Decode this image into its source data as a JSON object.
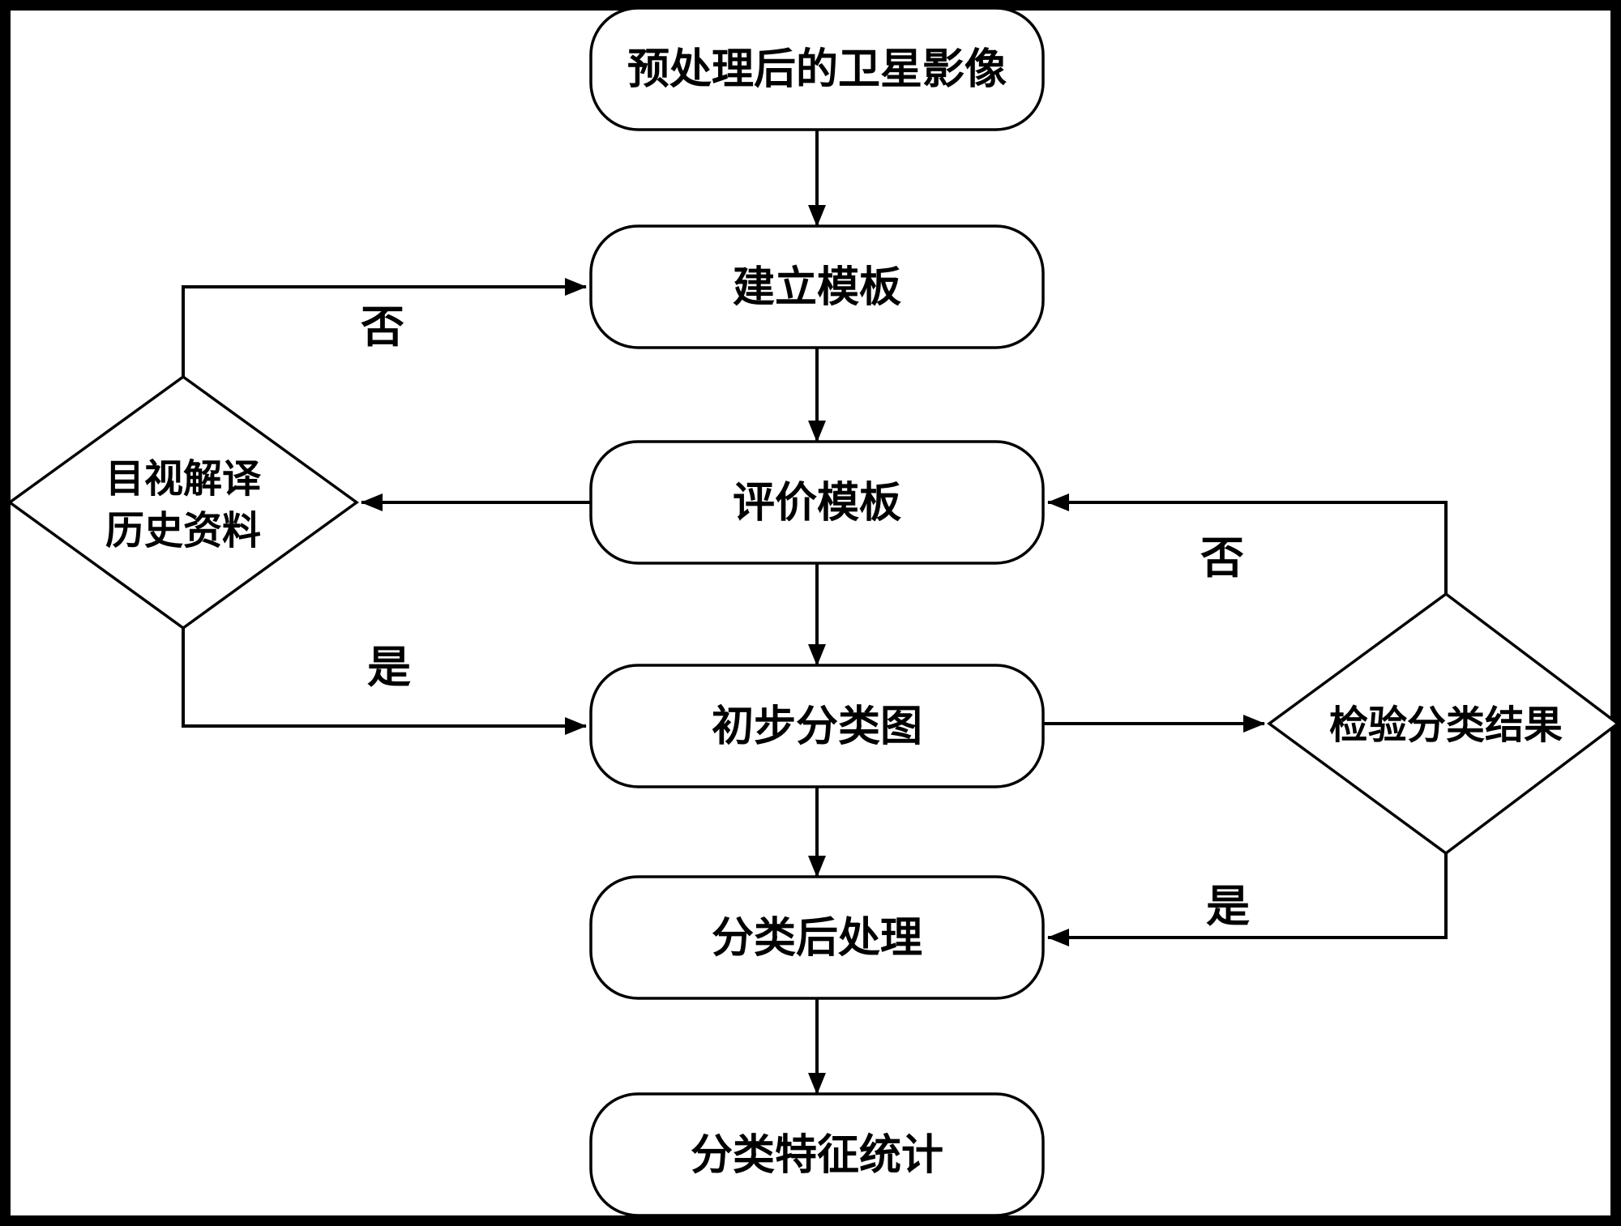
{
  "diagram": {
    "description": "Flowchart of supervised classification workflow for satellite imagery",
    "colors": {
      "background": "#ffffff",
      "line": "#000000",
      "text": "#000000",
      "frame": "#000000"
    },
    "nodes": {
      "preprocessed_satellite_image": {
        "label": "预处理后的卫星影像",
        "shape": "rounded-rect"
      },
      "build_template": {
        "label": "建立模板",
        "shape": "rounded-rect"
      },
      "evaluate_template": {
        "label": "评价模板",
        "shape": "rounded-rect"
      },
      "preliminary_classification_map": {
        "label": "初步分类图",
        "shape": "rounded-rect"
      },
      "post_classification_processing": {
        "label": "分类后处理",
        "shape": "rounded-rect"
      },
      "classification_feature_statistics": {
        "label": "分类特征统计",
        "shape": "rounded-rect"
      },
      "visual_interpretation_historical_data": {
        "label_line1": "目视解译",
        "label_line2": "历史资料",
        "shape": "diamond"
      },
      "check_classification_result": {
        "label": "检验分类结果",
        "shape": "diamond"
      }
    },
    "edge_labels": {
      "template_check_no": "否",
      "template_check_yes": "是",
      "result_check_no": "否",
      "result_check_yes": "是"
    }
  }
}
